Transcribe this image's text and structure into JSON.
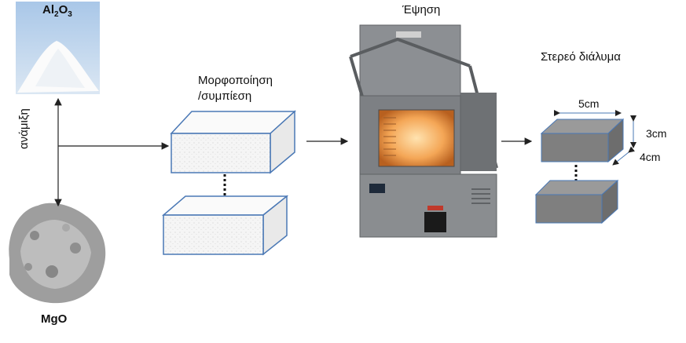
{
  "materials": {
    "alumina": {
      "formula": "Al",
      "sub1": "2",
      "mid": "O",
      "sub2": "3"
    },
    "magnesia": {
      "label": "MgO"
    }
  },
  "mixing": {
    "label": "ανάμιξη"
  },
  "steps": {
    "pressing": {
      "line1": "Μορφοποίηση",
      "line2": "/συμπίεση"
    },
    "firing": {
      "label": "Έψηση"
    },
    "result": {
      "label": "Στερεό διάλυμα"
    }
  },
  "dimensions": {
    "width": "5cm",
    "height": "3cm",
    "depth": "4cm"
  },
  "colors": {
    "pellet_fill": "#f4f4f4",
    "pellet_edge": "#4a78b5",
    "solid_fill": "#7f7f7f",
    "furnace_body": "#8a8d90",
    "furnace_glow": "#f0a050"
  }
}
